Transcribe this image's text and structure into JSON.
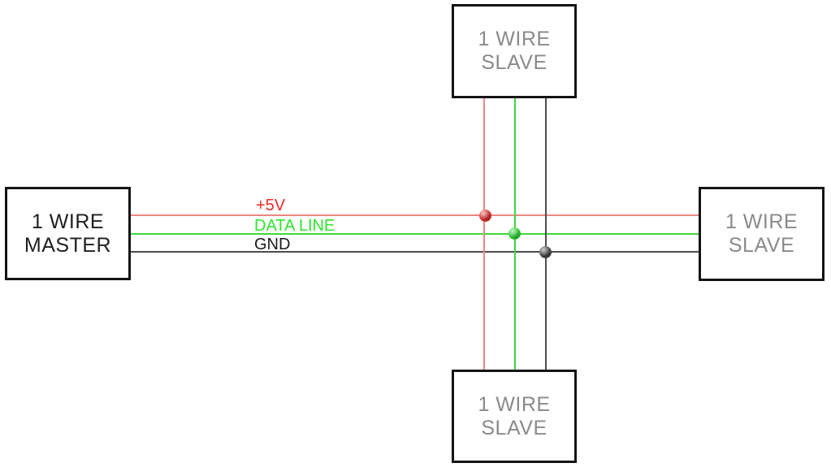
{
  "diagram": {
    "background_color": "#ffffff",
    "box_border_color": "#141414",
    "nodes": {
      "master": {
        "line1": "1 WIRE",
        "line2": "MASTER",
        "text_color": "#1f1f1f"
      },
      "slave_top": {
        "line1": "1 WIRE",
        "line2": "SLAVE",
        "text_color": "#8a8a8a"
      },
      "slave_right": {
        "line1": "1 WIRE",
        "line2": "SLAVE",
        "text_color": "#8a8a8a"
      },
      "slave_bottom": {
        "line1": "1 WIRE",
        "line2": "SLAVE",
        "text_color": "#8a8a8a"
      }
    },
    "wires": {
      "power": {
        "label": "+5V",
        "label_color": "#ee2b2b",
        "line_color": "#ee8585",
        "dot_color": "#e03030"
      },
      "data": {
        "label": "DATA LINE",
        "label_color": "#2ee52e",
        "line_color": "#3fd63f",
        "dot_color": "#2fd42f"
      },
      "ground": {
        "label": "GND",
        "label_color": "#1a1a1a",
        "line_color": "#4c4c4c",
        "dot_color": "#4a4a4a"
      }
    }
  }
}
